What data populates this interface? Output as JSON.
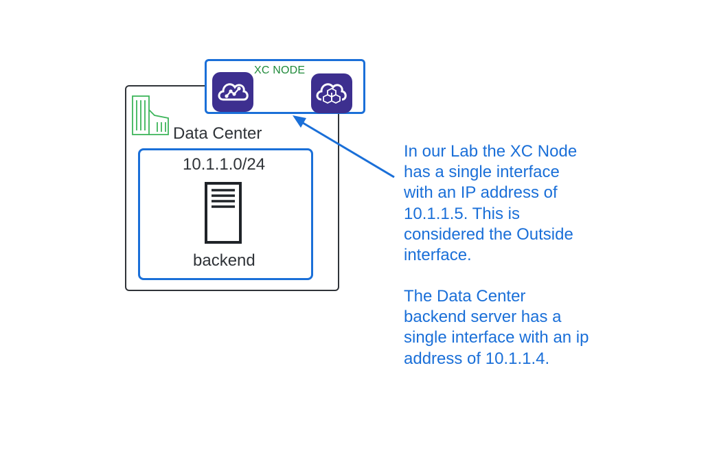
{
  "xc_node": {
    "label": "XC NODE",
    "icons": [
      "cloud-network-icon",
      "cloud-cubes-icon"
    ]
  },
  "data_center": {
    "label": "Data Center",
    "icon": "building-icon"
  },
  "subnet": {
    "label": "10.1.1.0/24",
    "server_icon": "server-icon",
    "server_label": "backend"
  },
  "notes": {
    "xc_node_note": [
      "In our Lab the XC Node",
      "has a single interface",
      "with an IP address of",
      "10.1.1.5. This is",
      "considered the Outside",
      "interface."
    ],
    "backend_note": [
      "The Data Center",
      "backend server has a",
      "single interface with an ip",
      "address of 10.1.1.4."
    ]
  },
  "colors": {
    "blue_accent": "#1a6fd8",
    "green_label": "#1f8a3a",
    "icon_tile": "#3d2f8f",
    "dark_border": "#2f3338",
    "building_green": "#3cb55a"
  }
}
